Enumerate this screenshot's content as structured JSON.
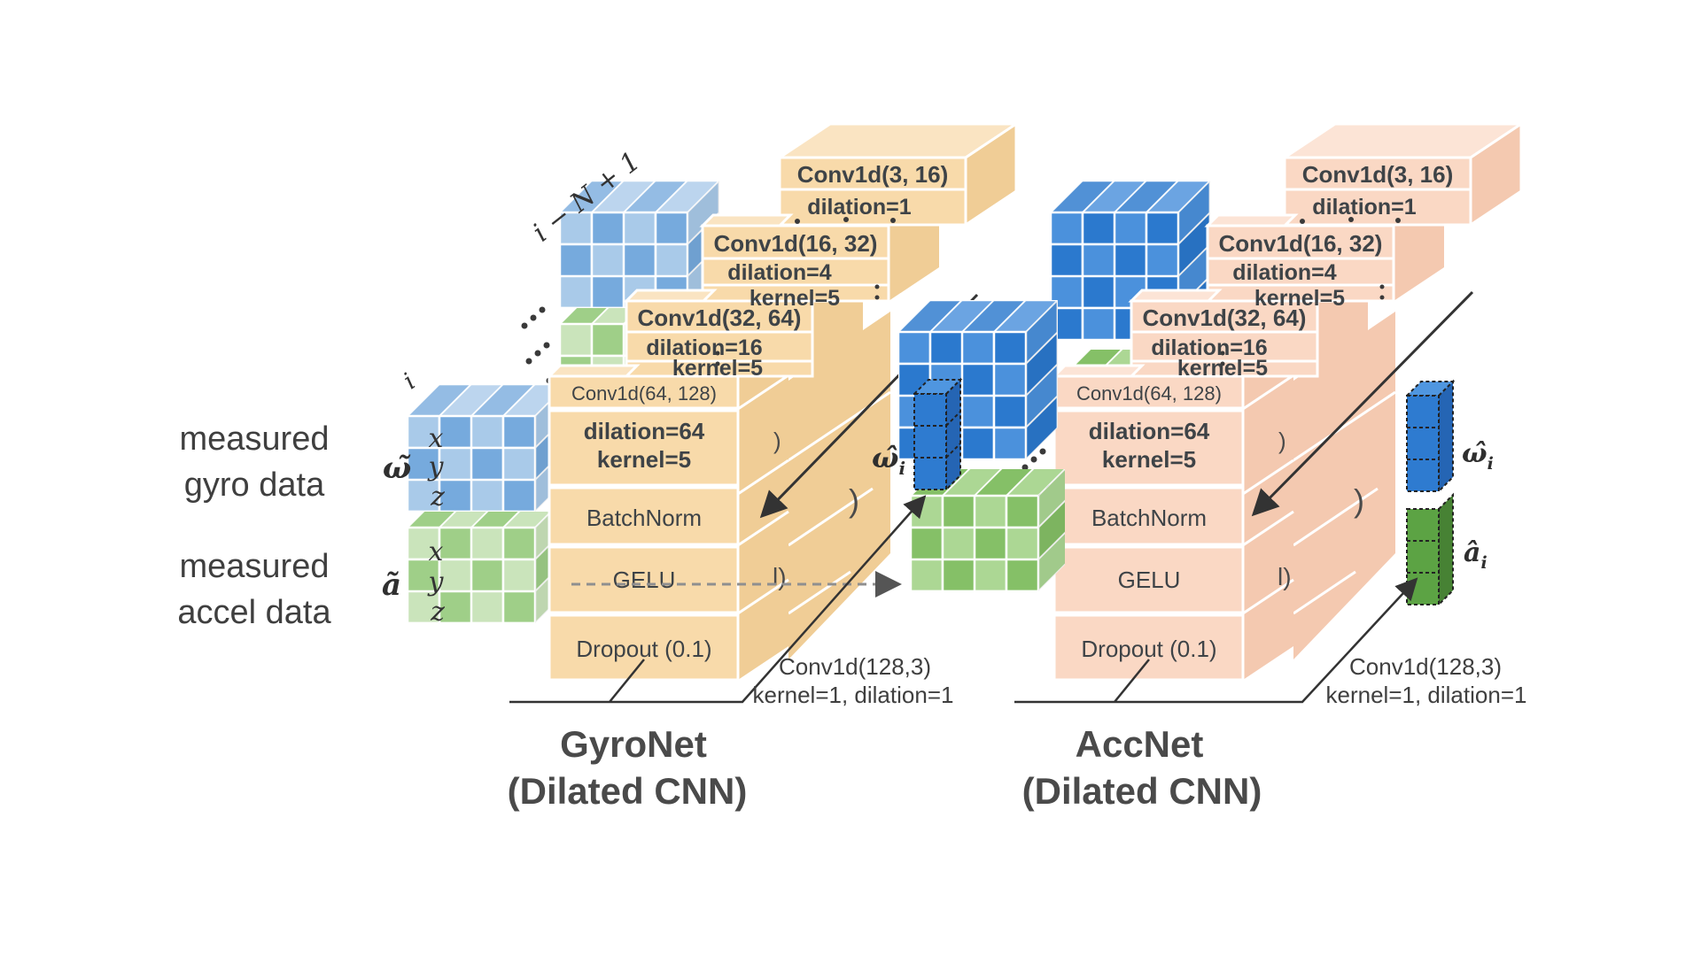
{
  "captions": {
    "gyro_line1": "measured",
    "gyro_line2": "gyro data",
    "accel_line1": "measured",
    "accel_line2": "accel data"
  },
  "symbols": {
    "gyro_tilde": "ω̃",
    "accel_tilde": "ã",
    "axis_x": "x",
    "axis_y": "y",
    "axis_z": "z",
    "sample_i": "i",
    "sample_window_start": "i − N + 1",
    "omega_hat": "ω̂",
    "a_hat": "â",
    "sub_i": "i"
  },
  "layers": {
    "conv1_title": "Conv1d(3, 16)",
    "conv1_dilation": "dilation=1",
    "conv2_title": "Conv1d(16, 32)",
    "conv2_dilation": "dilation=4",
    "conv2_kernel": "kernel=5",
    "conv3_title": "Conv1d(32, 64)",
    "conv3_dilation": "dilation=16",
    "conv3_kernel": "kernel=5",
    "conv4_title": "Conv1d(64, 128)",
    "conv4_dilation": "dilation=64",
    "conv4_kernel": "kernel=5",
    "batchnorm": "BatchNorm",
    "gelu": "GELU",
    "dropout": "Dropout (0.1)",
    "final_conv": "Conv1d(128,3)",
    "final_conv_params": "kernel=1, dilation=1"
  },
  "networks": {
    "gyronet": {
      "name": "GyroNet",
      "type": "(Dilated CNN)"
    },
    "accnet": {
      "name": "AccNet",
      "type": "(Dilated CNN)"
    }
  },
  "fragments": {
    "f_paren": ")",
    "f_lparen": "l)",
    "f_paren2": ")"
  },
  "colors": {
    "gyronet_block": "#F8DAAA",
    "accnet_block": "#FAD8C4",
    "gyro_data_blue": "#76AADD",
    "accel_data_green": "#9FCF88",
    "output_blue": "#2B79CE",
    "output_green": "#5CA344",
    "text_dark": "#3f3f3f"
  }
}
